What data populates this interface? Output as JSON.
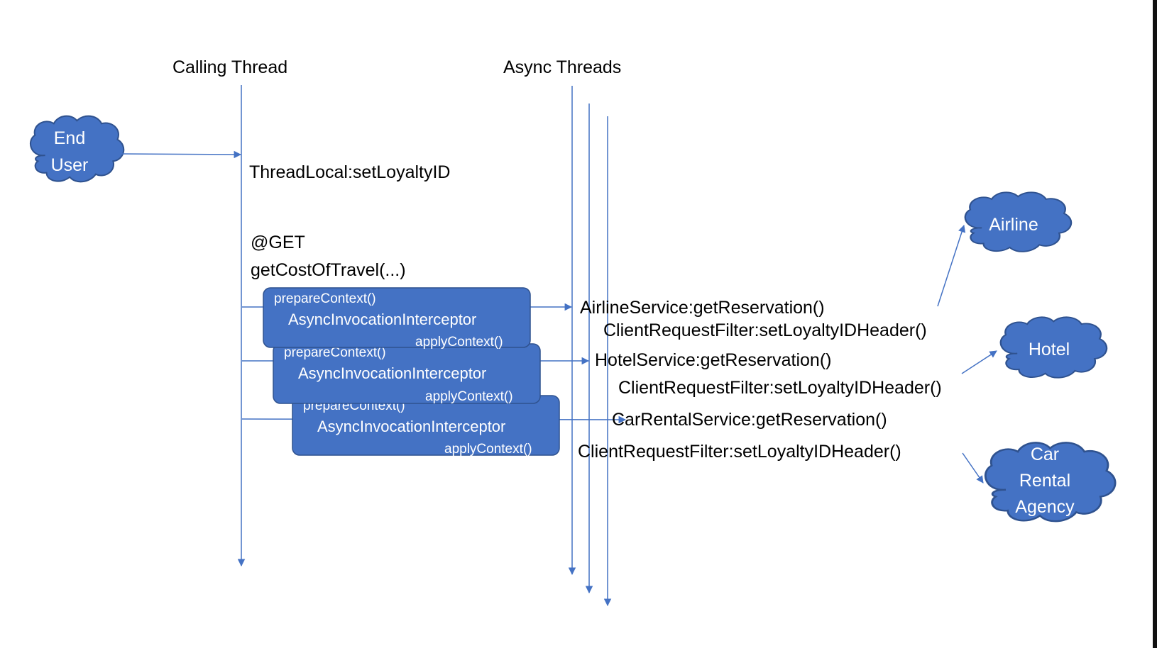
{
  "colors": {
    "line": "#4472c4",
    "box_fill": "#4472c4",
    "box_stroke": "#2f528f",
    "text_on_shape": "#ffffff"
  },
  "headers": {
    "calling_thread": "Calling Thread",
    "async_threads": "Async Threads"
  },
  "end_user": {
    "line1": "End",
    "line2": "User"
  },
  "labels": {
    "thread_local": "ThreadLocal:setLoyaltyID",
    "get_annotation": "@GET",
    "get_method": "getCostOfTravel(...)"
  },
  "interceptors": [
    {
      "prepare": "prepareContext()",
      "name": "AsyncInvocationInterceptor",
      "apply": "applyContext()"
    },
    {
      "prepare": "prepareContext()",
      "name": "AsyncInvocationInterceptor",
      "apply": "applyContext()"
    },
    {
      "prepare": "prepareContext()",
      "name": "AsyncInvocationInterceptor",
      "apply": "applyContext()"
    }
  ],
  "services": {
    "airline": {
      "call": "AirlineService:getReservation()",
      "filter": "ClientRequestFilter:setLoyaltyIDHeader()"
    },
    "hotel": {
      "call": "HotelService:getReservation()",
      "filter": "ClientRequestFilter:setLoyaltyIDHeader()"
    },
    "car": {
      "call": "CarRentalService:getReservation()",
      "filter": "ClientRequestFilter:setLoyaltyIDHeader()"
    }
  },
  "clouds": {
    "airline": "Airline",
    "hotel": "Hotel",
    "car_lines": [
      "Car",
      "Rental",
      "Agency"
    ]
  }
}
